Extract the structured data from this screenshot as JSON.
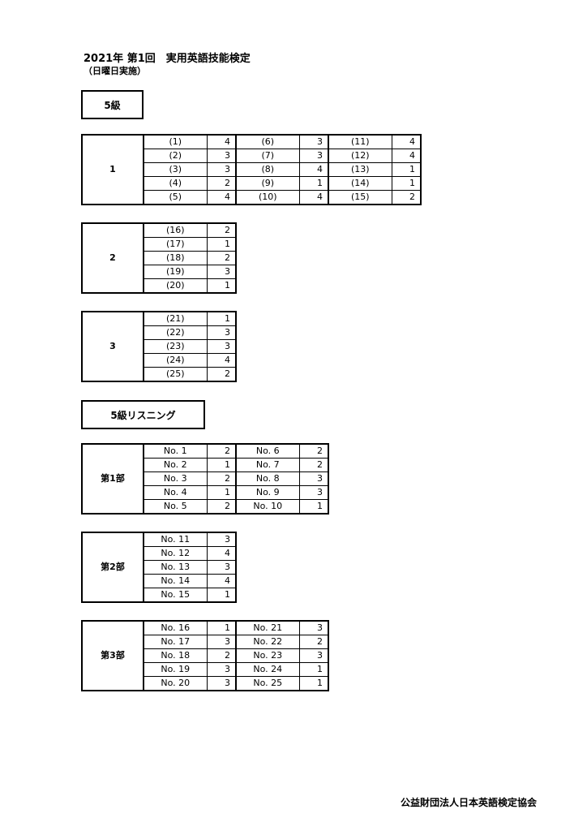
{
  "header": {
    "title": "2021年 第1回　実用英語技能検定",
    "subtitle": "（日曜日実施）"
  },
  "written": {
    "label": "5級",
    "sections": [
      {
        "name": "1",
        "rows": [
          [
            [
              "(1)",
              "4"
            ],
            [
              "(6)",
              "3"
            ],
            [
              "(11)",
              "4"
            ]
          ],
          [
            [
              "(2)",
              "3"
            ],
            [
              "(7)",
              "3"
            ],
            [
              "(12)",
              "4"
            ]
          ],
          [
            [
              "(3)",
              "3"
            ],
            [
              "(8)",
              "4"
            ],
            [
              "(13)",
              "1"
            ]
          ],
          [
            [
              "(4)",
              "2"
            ],
            [
              "(9)",
              "1"
            ],
            [
              "(14)",
              "1"
            ]
          ],
          [
            [
              "(5)",
              "4"
            ],
            [
              "(10)",
              "4"
            ],
            [
              "(15)",
              "2"
            ]
          ]
        ]
      },
      {
        "name": "2",
        "rows": [
          [
            [
              "(16)",
              "2"
            ]
          ],
          [
            [
              "(17)",
              "1"
            ]
          ],
          [
            [
              "(18)",
              "2"
            ]
          ],
          [
            [
              "(19)",
              "3"
            ]
          ],
          [
            [
              "(20)",
              "1"
            ]
          ]
        ]
      },
      {
        "name": "3",
        "rows": [
          [
            [
              "(21)",
              "1"
            ]
          ],
          [
            [
              "(22)",
              "3"
            ]
          ],
          [
            [
              "(23)",
              "3"
            ]
          ],
          [
            [
              "(24)",
              "4"
            ]
          ],
          [
            [
              "(25)",
              "2"
            ]
          ]
        ]
      }
    ]
  },
  "listening": {
    "label": "5級リスニング",
    "sections": [
      {
        "name": "第1部",
        "rows": [
          [
            [
              "No. 1",
              "2"
            ],
            [
              "No. 6",
              "2"
            ]
          ],
          [
            [
              "No. 2",
              "1"
            ],
            [
              "No. 7",
              "2"
            ]
          ],
          [
            [
              "No. 3",
              "2"
            ],
            [
              "No. 8",
              "3"
            ]
          ],
          [
            [
              "No. 4",
              "1"
            ],
            [
              "No. 9",
              "3"
            ]
          ],
          [
            [
              "No. 5",
              "2"
            ],
            [
              "No. 10",
              "1"
            ]
          ]
        ]
      },
      {
        "name": "第2部",
        "rows": [
          [
            [
              "No. 11",
              "3"
            ]
          ],
          [
            [
              "No. 12",
              "4"
            ]
          ],
          [
            [
              "No. 13",
              "3"
            ]
          ],
          [
            [
              "No. 14",
              "4"
            ]
          ],
          [
            [
              "No. 15",
              "1"
            ]
          ]
        ]
      },
      {
        "name": "第3部",
        "rows": [
          [
            [
              "No. 16",
              "1"
            ],
            [
              "No. 21",
              "3"
            ]
          ],
          [
            [
              "No. 17",
              "3"
            ],
            [
              "No. 22",
              "2"
            ]
          ],
          [
            [
              "No. 18",
              "2"
            ],
            [
              "No. 23",
              "3"
            ]
          ],
          [
            [
              "No. 19",
              "3"
            ],
            [
              "No. 24",
              "1"
            ]
          ],
          [
            [
              "No. 20",
              "3"
            ],
            [
              "No. 25",
              "1"
            ]
          ]
        ]
      }
    ]
  },
  "footer": {
    "organization": "公益財団法人日本英語検定協会"
  }
}
